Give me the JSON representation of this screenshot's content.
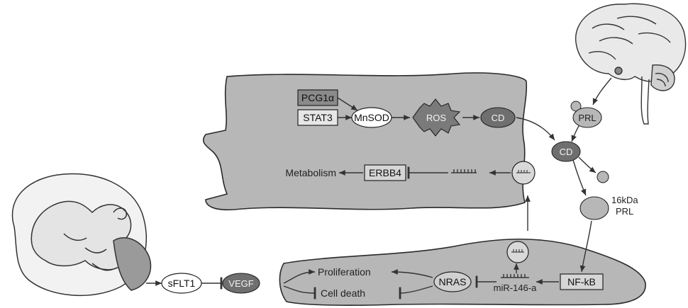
{
  "colors": {
    "cell_fill": "#b7b7b7",
    "cell_stroke": "#2a2a2a",
    "dark_node": "#6f6f6f",
    "mid_node": "#9b9b9b",
    "light_box": "#d6d6d6",
    "pale_box": "#e6e6e6",
    "ros_fill": "#7a7a7a"
  },
  "cardio": {
    "pgc1a": "PCG1α",
    "stat3": "STAT3",
    "mnsod": "MnSOD",
    "ros": "ROS",
    "cd_in": "CD",
    "metabolism": "Metabolism",
    "erbb4": "ERBB4"
  },
  "pituitary": {
    "prl": "PRL",
    "cd": "CD",
    "prl16": "16kDa",
    "prl16_unit": "PRL"
  },
  "endothelial": {
    "sflt1": "sFLT1",
    "vegf": "VEGF",
    "proliferation": "Proliferation",
    "cell_death": "Cell death",
    "nras": "NRAS",
    "mir": "miR-146-a",
    "nfkb": "NF-kB"
  },
  "icons": [
    "brain-icon",
    "fetus-in-uterus-icon",
    "microrna-icon",
    "exosome-icon"
  ]
}
